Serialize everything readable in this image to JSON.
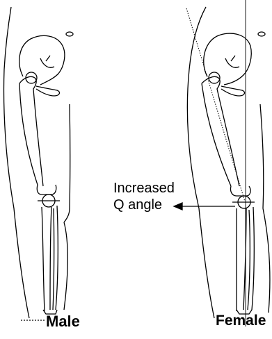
{
  "labels": {
    "male": "Male",
    "female": "Female",
    "annotation_line1": "Increased",
    "annotation_line2": "Q angle"
  },
  "colors": {
    "stroke": "#000000",
    "background": "#ffffff"
  }
}
